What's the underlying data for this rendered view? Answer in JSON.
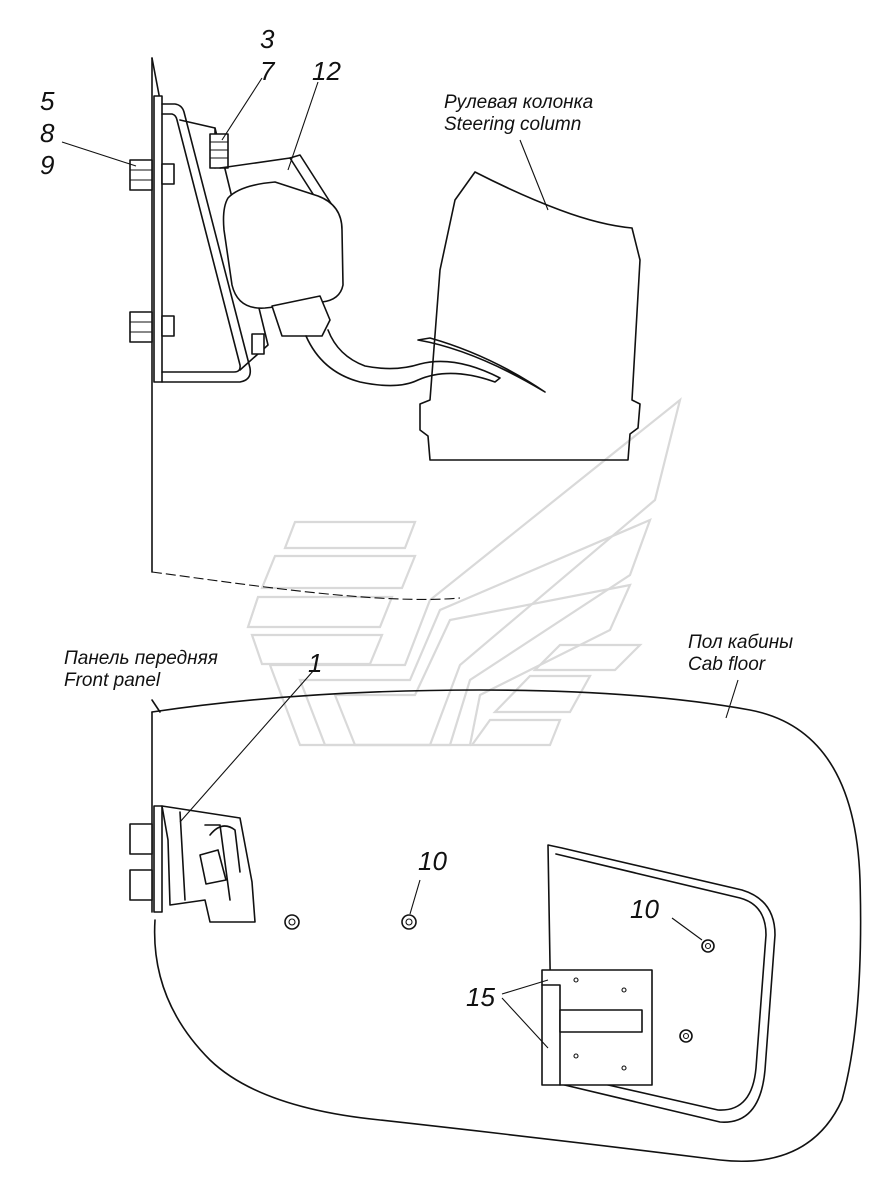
{
  "callouts": {
    "n3": "3",
    "n7": "7",
    "n12": "12",
    "n5": "5",
    "n8": "8",
    "n9": "9",
    "n1": "1",
    "n10a": "10",
    "n10b": "10",
    "n15": "15"
  },
  "captions": {
    "steering_ru": "Рулевая колонка",
    "steering_en": "Steering column",
    "panel_ru": "Панель передняя",
    "panel_en": "Front  panel",
    "floor_ru": "Пол кабины",
    "floor_en": "Cab floor"
  },
  "colors": {
    "line": "#111111",
    "watermark": "#d9d9d9",
    "background": "#ffffff"
  }
}
